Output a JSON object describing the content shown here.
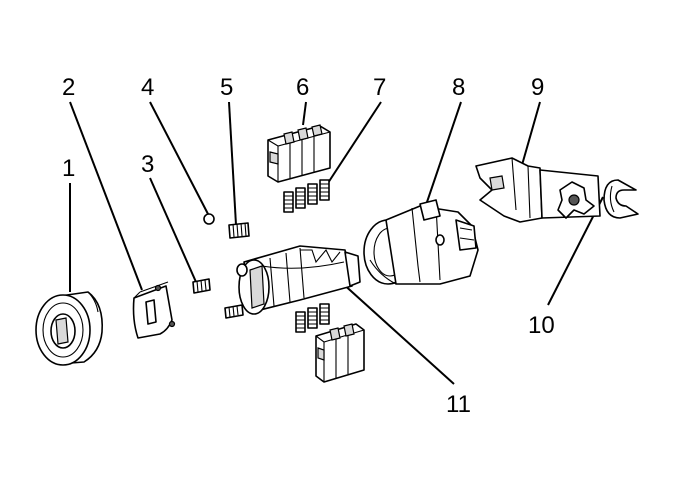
{
  "diagram": {
    "callouts": [
      {
        "id": "1",
        "text": "1"
      },
      {
        "id": "2",
        "text": "2"
      },
      {
        "id": "3",
        "text": "3"
      },
      {
        "id": "4",
        "text": "4"
      },
      {
        "id": "5",
        "text": "5"
      },
      {
        "id": "6",
        "text": "6"
      },
      {
        "id": "7",
        "text": "7"
      },
      {
        "id": "8",
        "text": "8"
      },
      {
        "id": "9",
        "text": "9"
      },
      {
        "id": "10",
        "text": "10"
      },
      {
        "id": "11",
        "text": "11"
      }
    ],
    "colors": {
      "ink": "#000000",
      "background": "#ffffff",
      "shade": "#d9d9d9"
    }
  }
}
